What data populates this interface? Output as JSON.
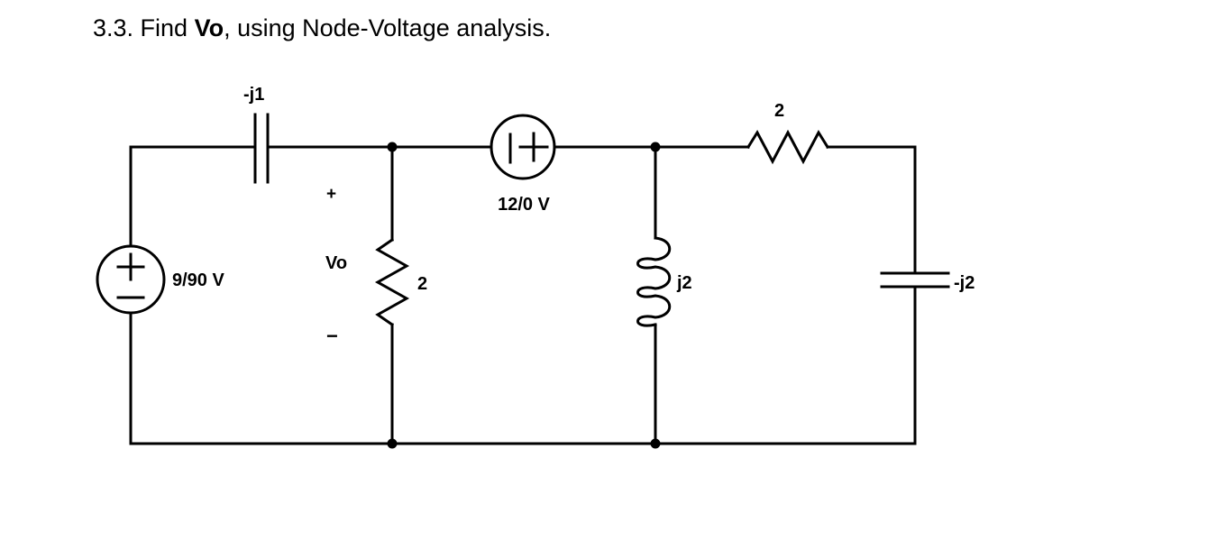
{
  "title": {
    "prefix": "3.3. Find ",
    "bold": "Vo",
    "suffix": ", using Node-Voltage analysis."
  },
  "labels": {
    "cap_top": "-j1",
    "source_left": "9/90 V",
    "vo_plus": "+",
    "vo_name": "Vo",
    "vo_minus": "−",
    "resistor_mid": "2",
    "source_top": "12/0 V",
    "inductor": "j2",
    "resistor_top": "2",
    "cap_right": "-j2"
  },
  "colors": {
    "ink": "#000000",
    "background": "#ffffff"
  }
}
